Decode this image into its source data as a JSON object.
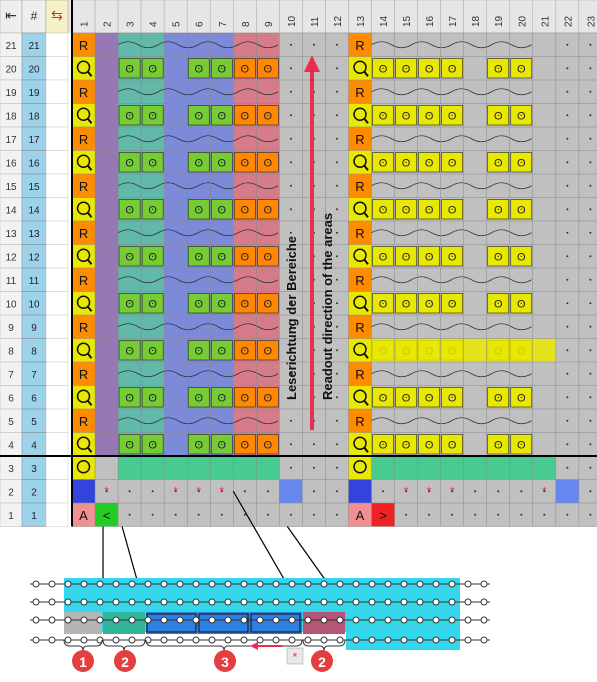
{
  "header": {
    "collapse_symbol": "⇤",
    "hash_symbol": "#",
    "swap_symbol": "⇆",
    "column_numbers": [
      "1",
      "2",
      "3",
      "4",
      "5",
      "6",
      "7",
      "8",
      "9",
      "10",
      "11",
      "12",
      "13",
      "14",
      "15",
      "16",
      "17",
      "18",
      "19",
      "20",
      "21",
      "22",
      "23"
    ]
  },
  "row_numbers": [
    "21",
    "20",
    "19",
    "18",
    "17",
    "16",
    "15",
    "14",
    "13",
    "12",
    "11",
    "10",
    "9",
    "8",
    "7",
    "6",
    "5",
    "4",
    "3",
    "2",
    "1"
  ],
  "cell_letters": {
    "R": "R",
    "A": "A",
    "start_arrow": "<",
    "end_arrow": ">",
    "stitch_mark": "*"
  },
  "arrows": {
    "left_text": "Leserichtung der Bereiche",
    "right_text": "Readout direction of the areas"
  },
  "legend": {
    "callouts": [
      "1",
      "2",
      "3",
      "2"
    ],
    "marker_label": "*"
  },
  "colors": {
    "grey": "#c0c0c0",
    "orange": "#ff8c00",
    "yellow": "#dddd00",
    "green": "#77cc33",
    "purple": "#8a5fb0",
    "teal": "#3bb5a0",
    "blue": "#6678e0",
    "red": "#e06070",
    "cyan": "#33d6ea",
    "light_blue": "#9dd3ea",
    "red_arrow": "#e8304e",
    "callout": "#e53e3e"
  }
}
